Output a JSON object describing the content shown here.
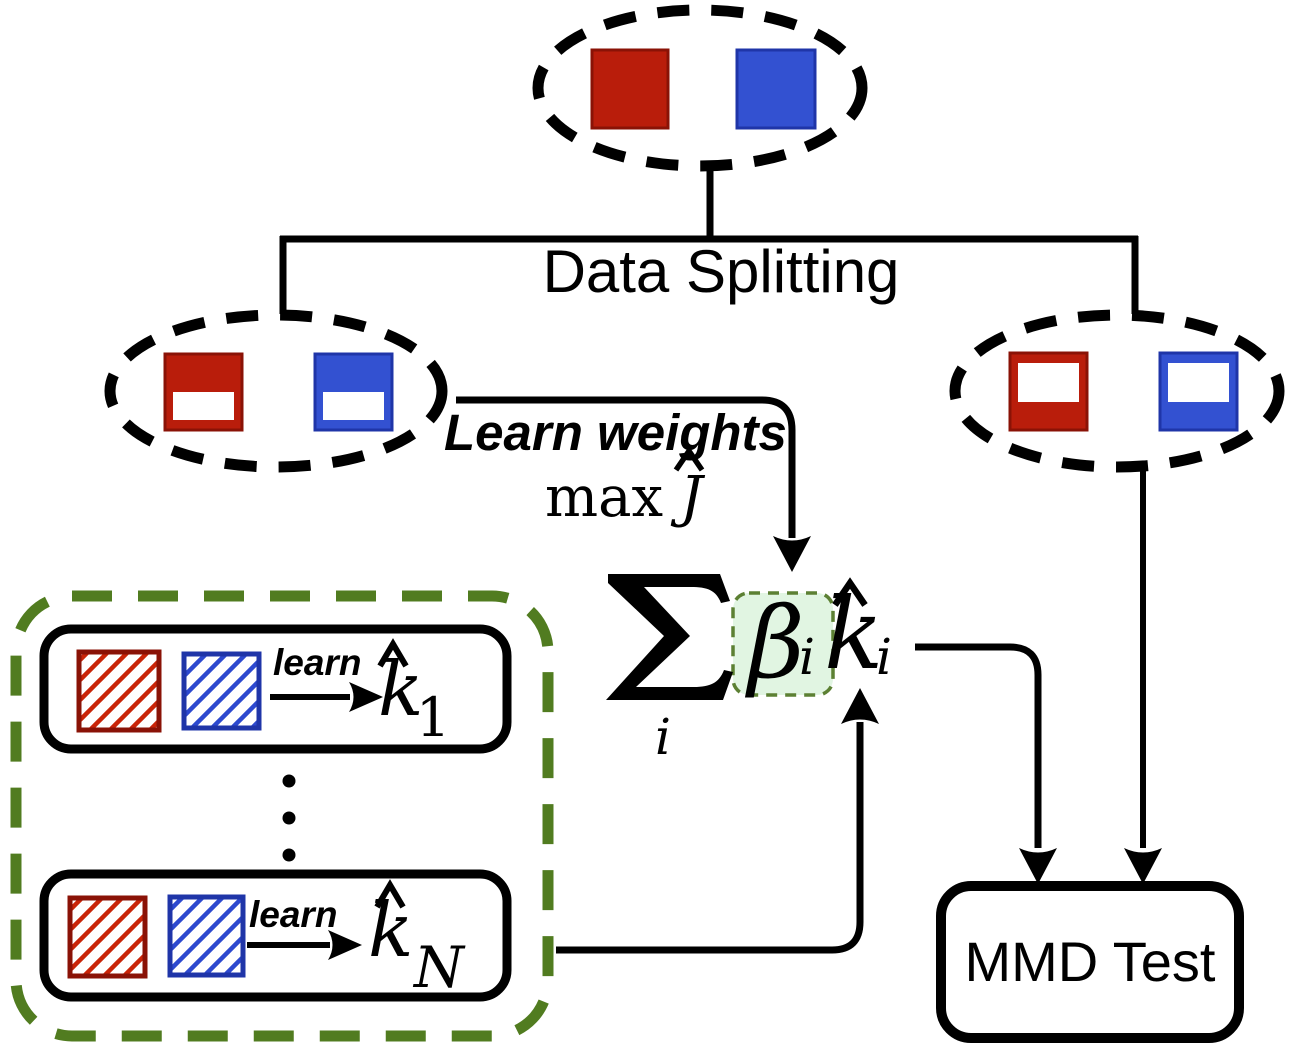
{
  "labels": {
    "data_splitting": "Data Splitting",
    "learn_weights": "Learn weights",
    "learn": "learn",
    "mmd_test": "MMD Test"
  },
  "math": {
    "max": "max",
    "J": "J",
    "sum_sub": "i",
    "beta": "β",
    "beta_sub": "i",
    "k": "k",
    "k_sub_i": "i",
    "k_sub_1": "1",
    "k_sub_N": "N"
  },
  "colors": {
    "red": "#b91d0b",
    "redDark": "#8a1206",
    "redHatch": "#c92408",
    "blue": "#3351d1",
    "blueDark": "#1f35a8",
    "blueHatch": "#2d49cf",
    "green": "#517c20",
    "greenLight": "#e1f5e2",
    "greenBorder": "#5c8033",
    "ink": "#000000"
  }
}
